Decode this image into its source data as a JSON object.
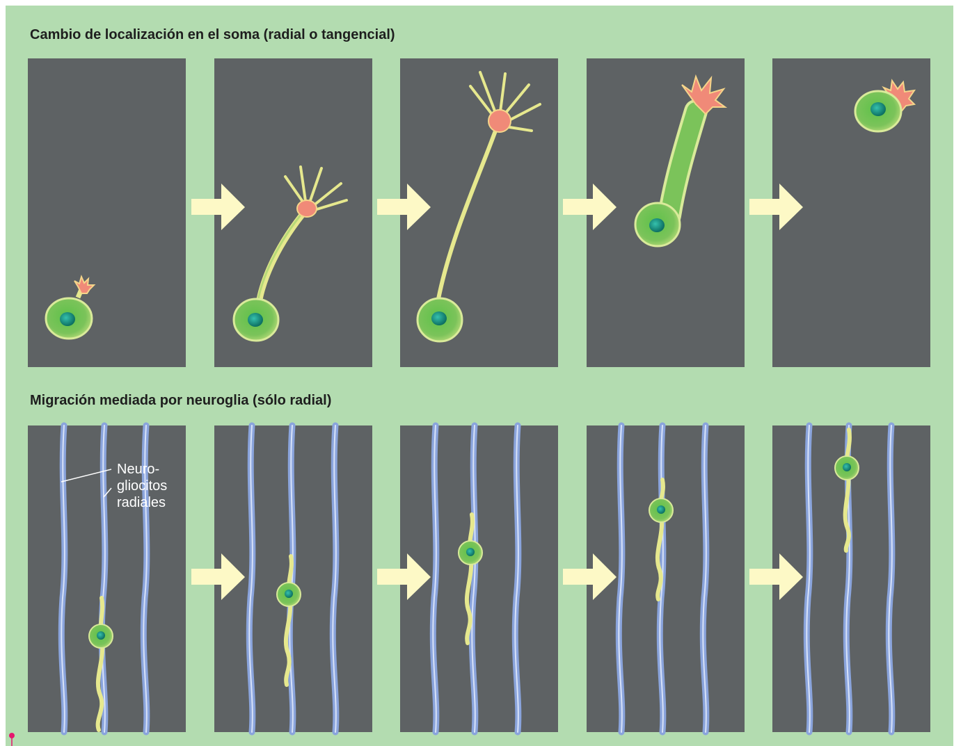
{
  "headings": {
    "somal_translocation": "Cambio de localización en el soma (radial o tangencial)",
    "glial_migration": "Migración mediada por neuroglia (sólo radial)"
  },
  "labels": {
    "radial_glia_line1": "Neuro-",
    "radial_glia_line2": "gliocitos",
    "radial_glia_line3": "radiales"
  },
  "colors": {
    "background": "#b3dcb0",
    "panel": "#5e6264",
    "arrow": "#fdf9c6",
    "cell_body": "#7bc35a",
    "nucleus": "#0f8a78",
    "growth_cone": "#f08a78",
    "process": "#e6e88e",
    "glia_fiber": "#8aa4dc",
    "marker": "#e5166e"
  }
}
